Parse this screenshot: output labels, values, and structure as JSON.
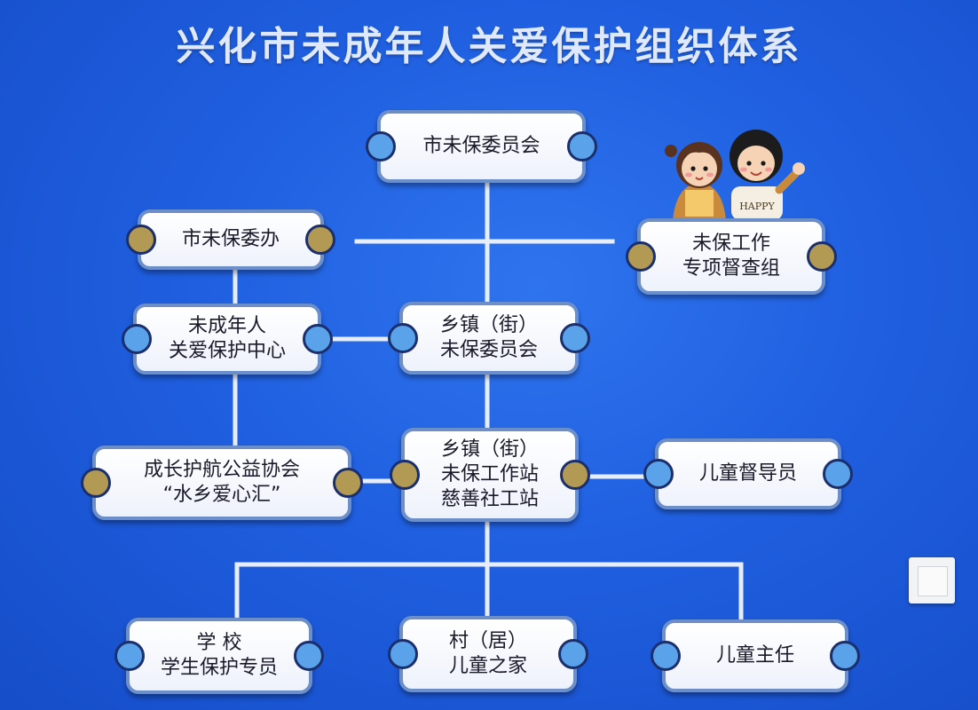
{
  "title": "兴化市未成年人关爱保护组织体系",
  "mascot": {
    "shirt_text": "HAPPY"
  },
  "nodes": {
    "committee": {
      "lines": [
        "市未保委员会"
      ]
    },
    "office": {
      "lines": [
        "市未保委办"
      ]
    },
    "inspection": {
      "lines": [
        "未保工作",
        "专项督查组"
      ]
    },
    "center": {
      "lines": [
        "未成年人",
        "关爱保护中心"
      ]
    },
    "township_committee": {
      "lines": [
        "乡镇（街）",
        "未保委员会"
      ]
    },
    "association": {
      "lines": [
        "成长护航公益协会",
        "“水乡爱心汇”"
      ]
    },
    "workstation": {
      "lines": [
        "乡镇（街）",
        "未保工作站",
        "慈善社工站"
      ]
    },
    "supervisor": {
      "lines": [
        "儿童督导员"
      ]
    },
    "school": {
      "lines": [
        "学 校",
        "学生保护专员"
      ]
    },
    "village": {
      "lines": [
        "村（居）",
        "儿童之家"
      ]
    },
    "director": {
      "lines": [
        "儿童主任"
      ]
    }
  },
  "colors": {
    "background": "#1f5fe0",
    "line": "#e8eef9",
    "node_border": "#6d8fc9",
    "dot_blue": "#5aa2ea",
    "dot_gold": "#b29a55"
  }
}
